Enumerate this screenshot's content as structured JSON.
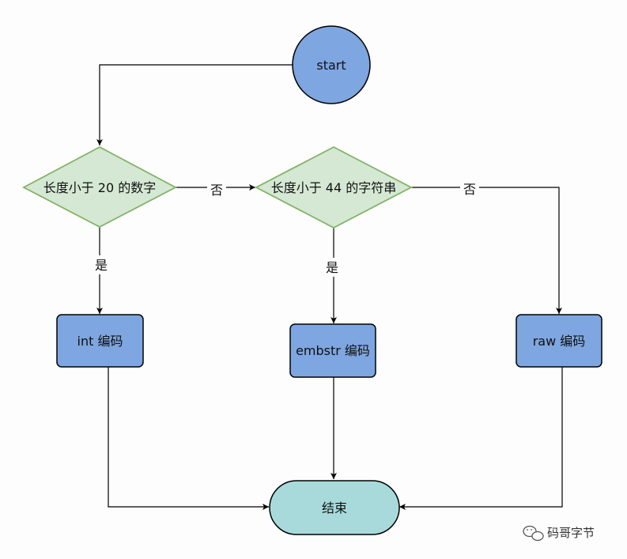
{
  "diagram": {
    "start": {
      "label": "start"
    },
    "decision_number": {
      "label": "长度小于 20 的数字"
    },
    "decision_string": {
      "label": "长度小于 44 的字符串"
    },
    "box_int": {
      "label": "int 编码"
    },
    "box_embstr": {
      "label": "embstr 编码"
    },
    "box_raw": {
      "label": "raw 编码"
    },
    "end": {
      "label": "结束"
    },
    "edge_labels": {
      "no_1": "否",
      "no_2": "否",
      "yes_1": "是",
      "yes_2": "是"
    }
  },
  "watermark": {
    "text": "码哥字节"
  },
  "colors": {
    "circle_fill": "#7ea6e0",
    "box_fill": "#7ea6e0",
    "diamond_fill": "#d5e8d4",
    "diamond_stroke": "#82b366",
    "end_fill": "#a8dadc",
    "stroke": "#000000"
  }
}
